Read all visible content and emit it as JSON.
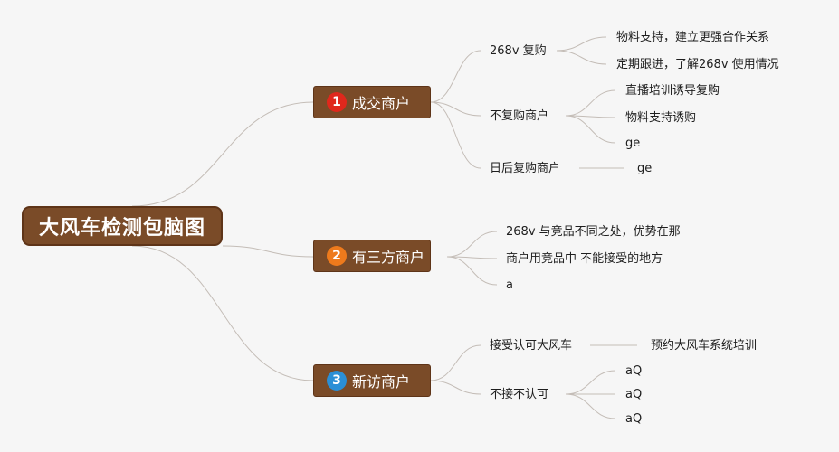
{
  "root": {
    "title": "大风车检测包脑图"
  },
  "branches": [
    {
      "number": "1",
      "badge_color": "#e0281c",
      "title": "成交商户",
      "children": [
        {
          "text": "268v 复购",
          "children": [
            "物料支持，建立更强合作关系",
            "定期跟进，了解268v 使用情况"
          ]
        },
        {
          "text": "不复购商户",
          "children": [
            "直播培训诱导复购",
            "物料支持诱购",
            "ge"
          ]
        },
        {
          "text": "日后复购商户",
          "children": [
            "ge"
          ]
        }
      ]
    },
    {
      "number": "2",
      "badge_color": "#ee7a1c",
      "title": "有三方商户",
      "children": [
        {
          "text": "268v 与竞品不同之处，优势在那",
          "children": []
        },
        {
          "text": "商户用竞品中 不能接受的地方",
          "children": []
        },
        {
          "text": "a",
          "children": []
        }
      ]
    },
    {
      "number": "3",
      "badge_color": "#2b8fd6",
      "title": "新访商户",
      "children": [
        {
          "text": "接受认可大风车",
          "children": [
            "预约大风车系统培训"
          ]
        },
        {
          "text": "不接不认可",
          "children": [
            "aQ",
            "aQ",
            "aQ"
          ]
        }
      ]
    }
  ],
  "colors": {
    "node_fill": "#7a4b28",
    "connector": "#c4bdb7",
    "background": "#f6f6f6"
  }
}
